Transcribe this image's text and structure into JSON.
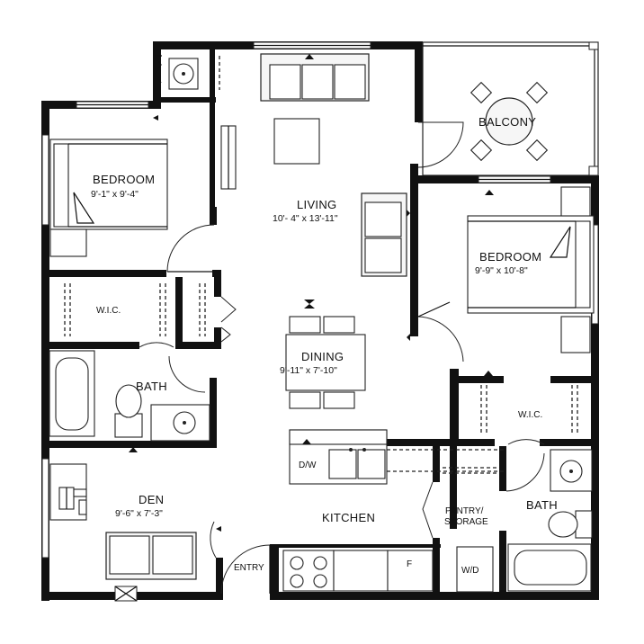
{
  "rooms": {
    "bedroom_left": {
      "name": "BEDROOM",
      "size": "9'-1\" x 9'-4\""
    },
    "living": {
      "name": "LIVING",
      "size": "10'- 4\" x 13'-11\""
    },
    "balcony": {
      "name": "BALCONY"
    },
    "bedroom_right": {
      "name": "BEDROOM",
      "size": "9'-9\" x 10'-8\""
    },
    "wic_left": {
      "name": "W.I.C."
    },
    "wic_right": {
      "name": "W.I.C."
    },
    "dining": {
      "name": "DINING",
      "size": "9'-11\" x 7'-10\""
    },
    "bath_left": {
      "name": "BATH"
    },
    "bath_right": {
      "name": "BATH"
    },
    "den": {
      "name": "DEN",
      "size": "9'-6\" x 7'-3\""
    },
    "kitchen": {
      "name": "KITCHEN"
    },
    "pantry": {
      "name": "PANTRY/",
      "name2": "STORAGE"
    },
    "entry": {
      "name": "ENTRY"
    }
  },
  "fixtures": {
    "dishwasher": "D/W",
    "fridge": "F",
    "washer_dryer": "W/D"
  }
}
